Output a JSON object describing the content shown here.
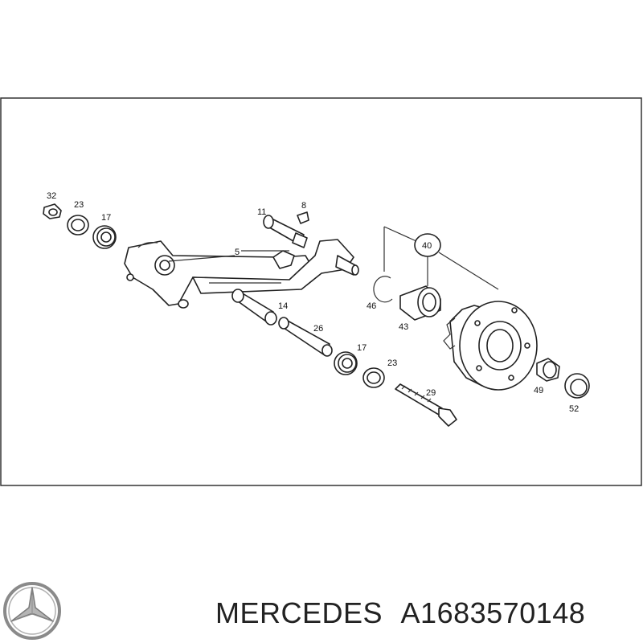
{
  "callouts": {
    "p32": "32",
    "p23a": "23",
    "p17a": "17",
    "p11": "11",
    "p8": "8",
    "p5": "5",
    "p40": "40",
    "p46": "46",
    "p43": "43",
    "p14": "14",
    "p26": "26",
    "p17b": "17",
    "p23b": "23",
    "p29": "29",
    "p49": "49",
    "p52": "52"
  },
  "footer": {
    "brand": "MERCEDES",
    "part_number": "A1683570148"
  },
  "colors": {
    "line": "#222222",
    "frame": "#333333",
    "logo": "#8a8a8a",
    "text": "#222222"
  },
  "icons": {
    "logo": "mercedes-star-icon"
  }
}
